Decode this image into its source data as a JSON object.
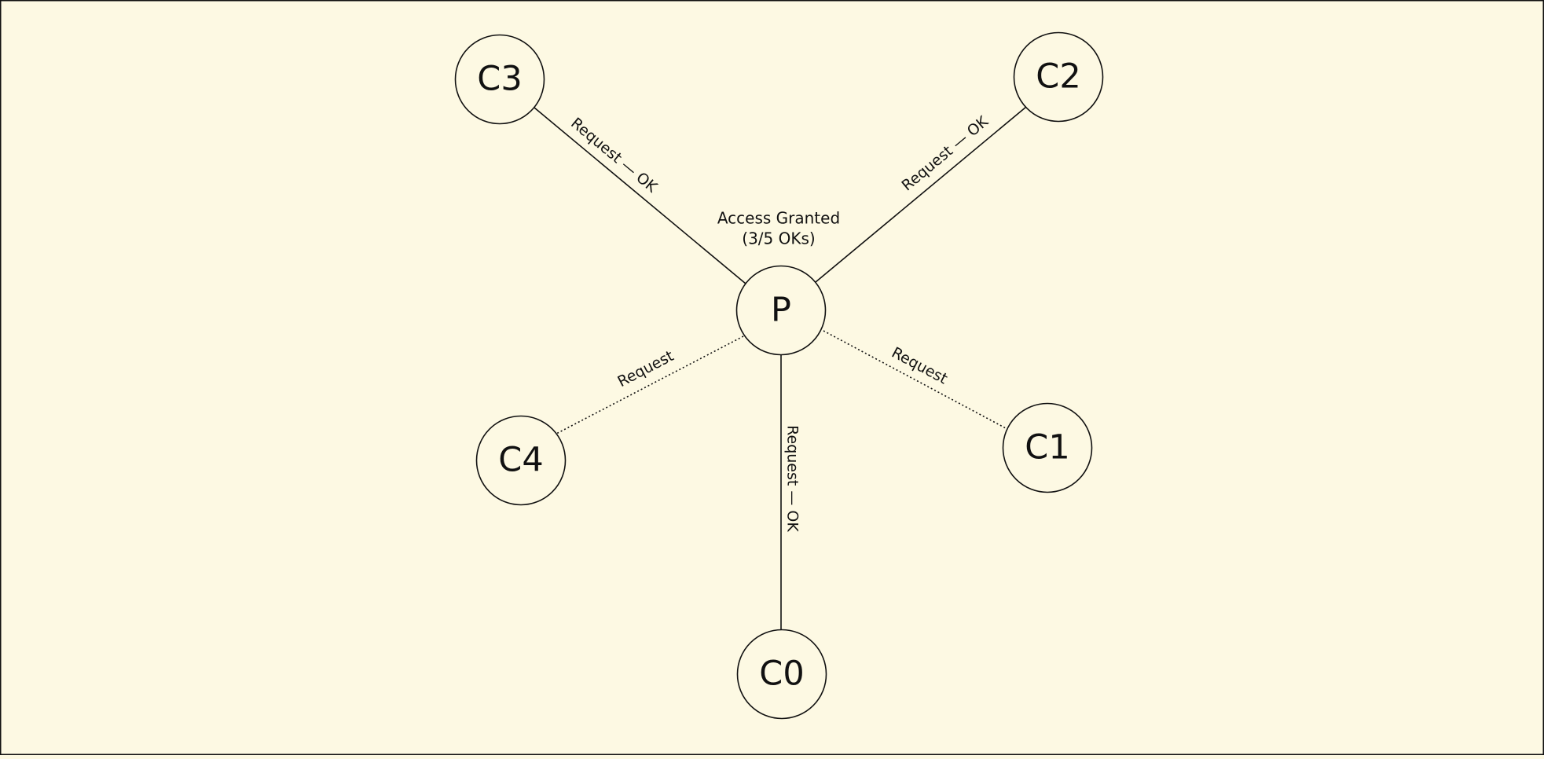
{
  "diagram": {
    "background": "#fdf9e3",
    "stroke_color": "#111111",
    "center_node": {
      "id": "P",
      "label": "P"
    },
    "status": {
      "line1": "Access Granted",
      "line2": "(3/5 OKs)"
    },
    "nodes": [
      {
        "id": "C0",
        "label": "C0"
      },
      {
        "id": "C1",
        "label": "C1"
      },
      {
        "id": "C2",
        "label": "C2"
      },
      {
        "id": "C3",
        "label": "C3"
      },
      {
        "id": "C4",
        "label": "C4"
      }
    ],
    "edges": [
      {
        "from": "P",
        "to": "C0",
        "label": "Request — OK",
        "style": "solid"
      },
      {
        "from": "P",
        "to": "C1",
        "label": "Request",
        "style": "dotted"
      },
      {
        "from": "P",
        "to": "C2",
        "label": "Request — OK",
        "style": "solid"
      },
      {
        "from": "P",
        "to": "C3",
        "label": "Request — OK",
        "style": "solid"
      },
      {
        "from": "P",
        "to": "C4",
        "label": "Request",
        "style": "dotted"
      }
    ]
  }
}
